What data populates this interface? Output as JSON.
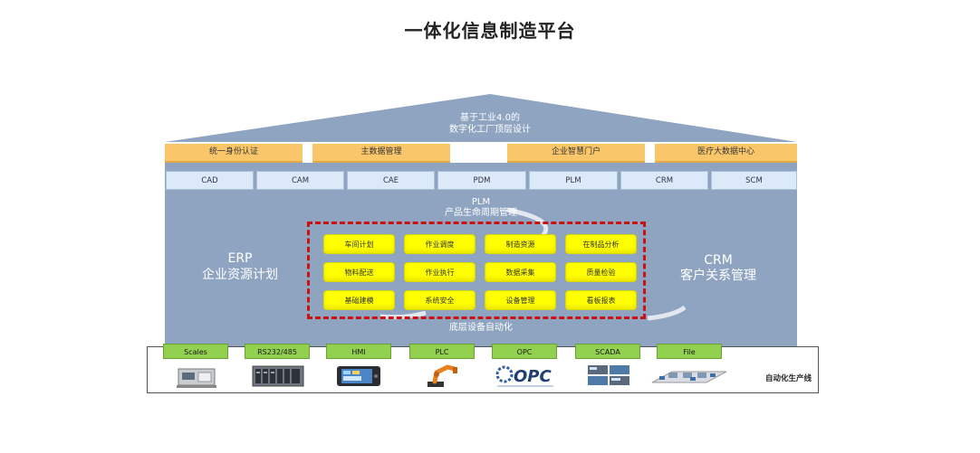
{
  "title": "一体化信息制造平台",
  "roof": {
    "line1": "基于工业4.0的",
    "line2": "数字化工厂顶层设计"
  },
  "pillars": [
    {
      "label": "统一身份认证"
    },
    {
      "label": "主数据管理"
    },
    {
      "label": "企业智慧门户"
    },
    {
      "label": "医疗大数据中心"
    }
  ],
  "systems": [
    {
      "label": "CAD"
    },
    {
      "label": "CAM"
    },
    {
      "label": "CAE"
    },
    {
      "label": "PDM"
    },
    {
      "label": "PLM"
    },
    {
      "label": "CRM"
    },
    {
      "label": "SCM"
    }
  ],
  "plm_label": {
    "line1": "PLM",
    "line2": "产品生命周期管理"
  },
  "erp": {
    "line1": "ERP",
    "line2": "企业资源计划"
  },
  "crm": {
    "line1": "CRM",
    "line2": "客户关系管理"
  },
  "mes_modules": [
    [
      "车间计划",
      "作业调度",
      "制造资源",
      "在制品分析"
    ],
    [
      "物料配送",
      "作业执行",
      "数据采集",
      "质量检验"
    ],
    [
      "基础建模",
      "系统安全",
      "设备管理",
      "看板报表"
    ]
  ],
  "bottom_label": "底层设备自动化",
  "devices": [
    {
      "label": "Scales",
      "icon": "scales-icon"
    },
    {
      "label": "RS232/485",
      "icon": "rs232-icon"
    },
    {
      "label": "HMI",
      "icon": "hmi-icon"
    },
    {
      "label": "PLC",
      "icon": "robot-icon"
    },
    {
      "label": "OPC",
      "icon": "opc-logo"
    },
    {
      "label": "SCADA",
      "icon": "scada-icon"
    },
    {
      "label": "File",
      "icon": "factory-line-icon"
    }
  ],
  "opc_logo_text": "OPC",
  "automation_line": "自动化生产线",
  "colors": {
    "roof": "#8fa4c1",
    "pillar": "#f9c76a",
    "system": "#dce9f8",
    "module": "#ffff00",
    "dashed": "#cc1111",
    "device": "#92d050"
  }
}
